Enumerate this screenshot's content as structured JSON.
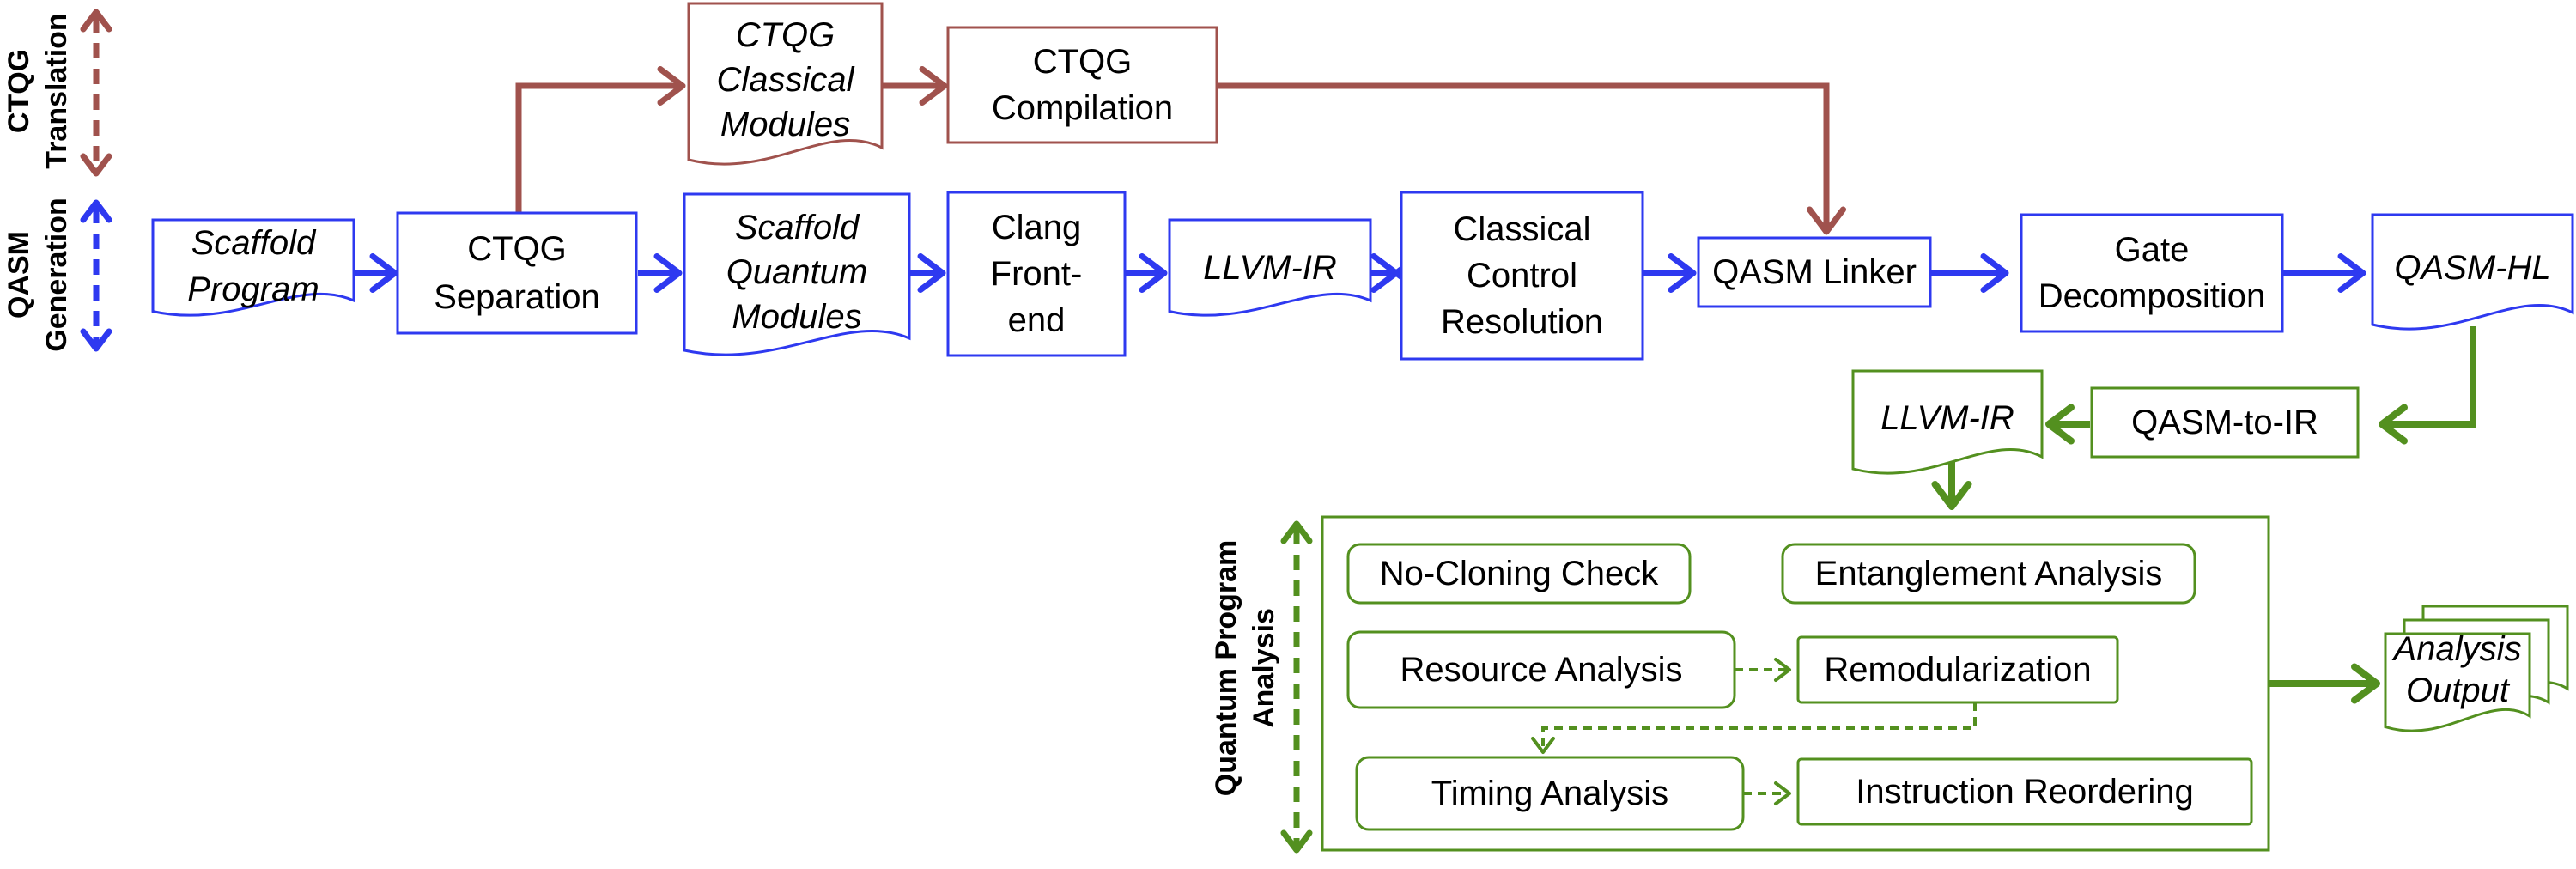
{
  "colors": {
    "ctqg": "#a0524d",
    "qasm": "#2e39f0",
    "analysis": "#53901f",
    "box_fill": "#ffffff",
    "text": "#000000"
  },
  "side_labels": {
    "ctqg_line1": "CTQG",
    "ctqg_line2": "Translation",
    "qasm_line1": "QASM",
    "qasm_line2": "Generation",
    "analysis_line1": "Quantum Program",
    "analysis_line2": "Analysis"
  },
  "nodes": {
    "scaffold_program": [
      "Scaffold",
      "Program"
    ],
    "ctqg_separation": [
      "CTQG",
      "Separation"
    ],
    "ctqg_classical_modules": [
      "CTQG",
      "Classical",
      "Modules"
    ],
    "ctqg_compilation": [
      "CTQG",
      "Compilation"
    ],
    "scaffold_quantum_modules": [
      "Scaffold",
      "Quantum",
      "Modules"
    ],
    "clang_frontend": [
      "Clang",
      "Front-",
      "end"
    ],
    "llvm_ir_1": [
      "LLVM-IR"
    ],
    "classical_control_resolution": [
      "Classical",
      "Control",
      "Resolution"
    ],
    "qasm_linker": [
      "QASM Linker"
    ],
    "gate_decomposition": [
      "Gate",
      "Decomposition"
    ],
    "qasm_hl": [
      "QASM-HL"
    ],
    "qasm_to_ir": [
      "QASM-to-IR"
    ],
    "llvm_ir_2": [
      "LLVM-IR"
    ],
    "no_cloning_check": [
      "No-Cloning Check"
    ],
    "entanglement_analysis": [
      "Entanglement Analysis"
    ],
    "resource_analysis": [
      "Resource Analysis"
    ],
    "remodularization": [
      "Remodularization"
    ],
    "timing_analysis": [
      "Timing Analysis"
    ],
    "instruction_reordering": [
      "Instruction Reordering"
    ],
    "analysis_output": [
      "Analysis",
      "Output"
    ]
  }
}
